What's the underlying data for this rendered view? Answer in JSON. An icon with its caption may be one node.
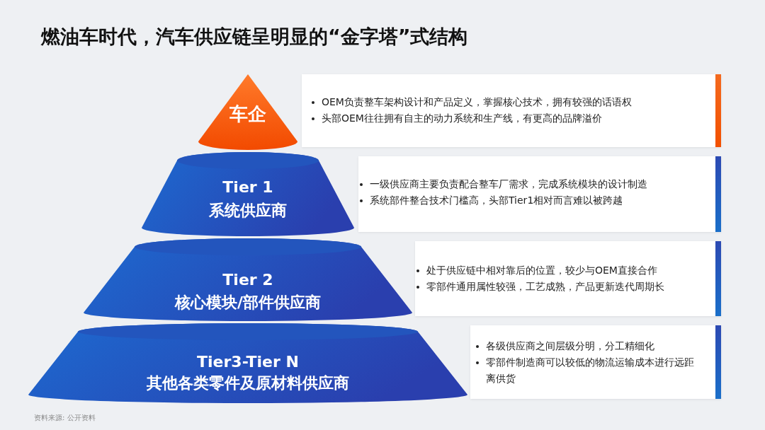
{
  "diagram": {
    "title": "燃油车时代，汽车供应链呈明显的“金字塔”式结构",
    "nodes": [
      {
        "text": [
          "车企"
        ]
      },
      {
        "text": [
          "Tier 1",
          "系统供应商"
        ]
      },
      {
        "text": [
          "Tier 2",
          "核心模块/部件供应商"
        ]
      },
      {
        "text": [
          "Tier3-Tier N",
          "其他各类零件及原材料供应商"
        ]
      },
      {
        "text": [
          "OEM负责整车架构设计和产品定义，掌握核心技术，拥有较强的话语权",
          "头部OEM往往拥有自主的动力系统和生产线，有更高的品牌溢价"
        ]
      },
      {
        "text": [
          "一级供应商主要负责配合整车厂需求，完成系统模块的设计制造",
          "系统部件整合技术门槛高，头部Tier1相对而言难以被跨越"
        ]
      },
      {
        "text": [
          "处于供应链中相对靠后的位置，较少与OEM直接合作",
          "零部件通用属性较强，工艺成熟，产品更新迭代周期长"
        ]
      },
      {
        "text": [
          "各级供应商之间层级分明，分工精细化",
          "零部件制造商可以较低的物流运输成本进行远距离供货"
        ]
      }
    ],
    "labels": [
      "资料来源: 公开资料"
    ]
  }
}
